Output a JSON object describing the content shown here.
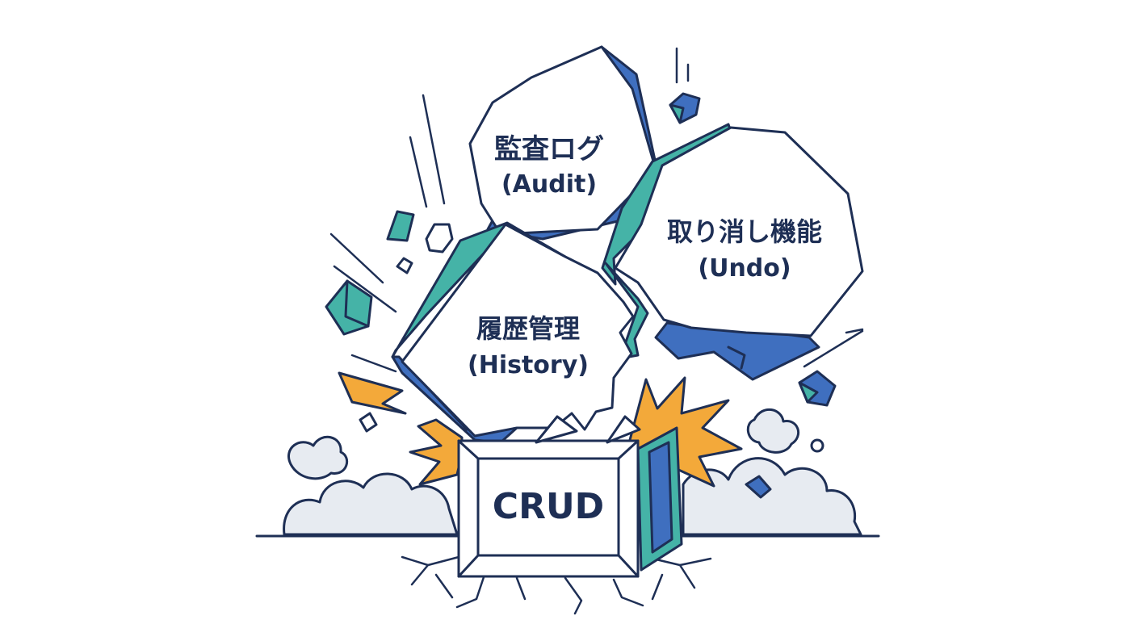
{
  "blocks": {
    "audit": {
      "line1": "監査ログ",
      "line2": "(Audit)"
    },
    "undo": {
      "line1": "取り消し機能",
      "line2": "(Undo)"
    },
    "history": {
      "line1": "履歴管理",
      "line2": "(History)"
    }
  },
  "box": {
    "label": "CRUD"
  },
  "colors": {
    "outline": "#1e2f55",
    "blue": "#3f6fbf",
    "teal": "#45b3a7",
    "burst": "#f3a93a",
    "dust": "#e7ebf1"
  }
}
